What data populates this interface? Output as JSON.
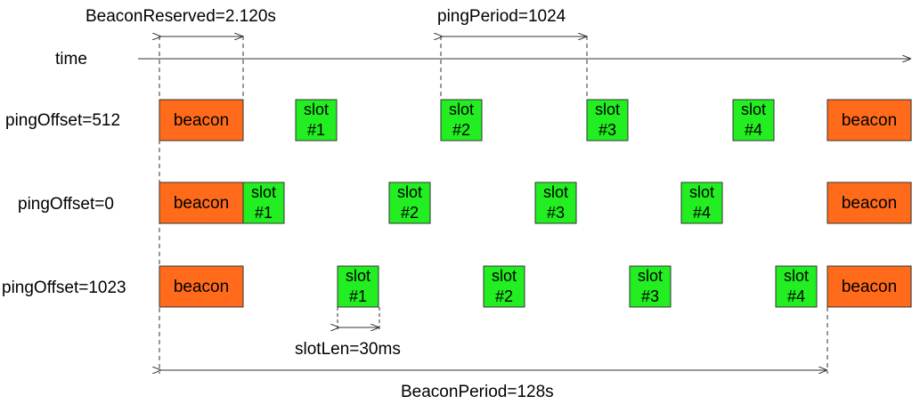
{
  "annotations": {
    "beacon_reserved": "BeaconReserved=2.120s",
    "ping_period": "pingPeriod=1024",
    "time": "time",
    "slot_len": "slotLen=30ms",
    "beacon_period": "BeaconPeriod=128s"
  },
  "rows": [
    {
      "label": "pingOffset=512",
      "blocks": [
        {
          "kind": "beacon",
          "text": "beacon"
        },
        {
          "kind": "slot",
          "line1": "slot",
          "line2": "#1"
        },
        {
          "kind": "slot",
          "line1": "slot",
          "line2": "#2"
        },
        {
          "kind": "slot",
          "line1": "slot",
          "line2": "#3"
        },
        {
          "kind": "slot",
          "line1": "slot",
          "line2": "#4"
        },
        {
          "kind": "beacon",
          "text": "beacon"
        }
      ]
    },
    {
      "label": "pingOffset=0",
      "blocks": [
        {
          "kind": "beacon",
          "text": "beacon"
        },
        {
          "kind": "slot",
          "line1": "slot",
          "line2": "#1"
        },
        {
          "kind": "slot",
          "line1": "slot",
          "line2": "#2"
        },
        {
          "kind": "slot",
          "line1": "slot",
          "line2": "#3"
        },
        {
          "kind": "slot",
          "line1": "slot",
          "line2": "#4"
        },
        {
          "kind": "beacon",
          "text": "beacon"
        }
      ]
    },
    {
      "label": "pingOffset=1023",
      "blocks": [
        {
          "kind": "beacon",
          "text": "beacon"
        },
        {
          "kind": "slot",
          "line1": "slot",
          "line2": "#1"
        },
        {
          "kind": "slot",
          "line1": "slot",
          "line2": "#2"
        },
        {
          "kind": "slot",
          "line1": "slot",
          "line2": "#3"
        },
        {
          "kind": "slot",
          "line1": "slot",
          "line2": "#4"
        },
        {
          "kind": "beacon",
          "text": "beacon"
        }
      ]
    }
  ],
  "colors": {
    "beacon_fill": "#FF6B1A",
    "slot_fill": "#22EE22",
    "line": "#333333"
  }
}
